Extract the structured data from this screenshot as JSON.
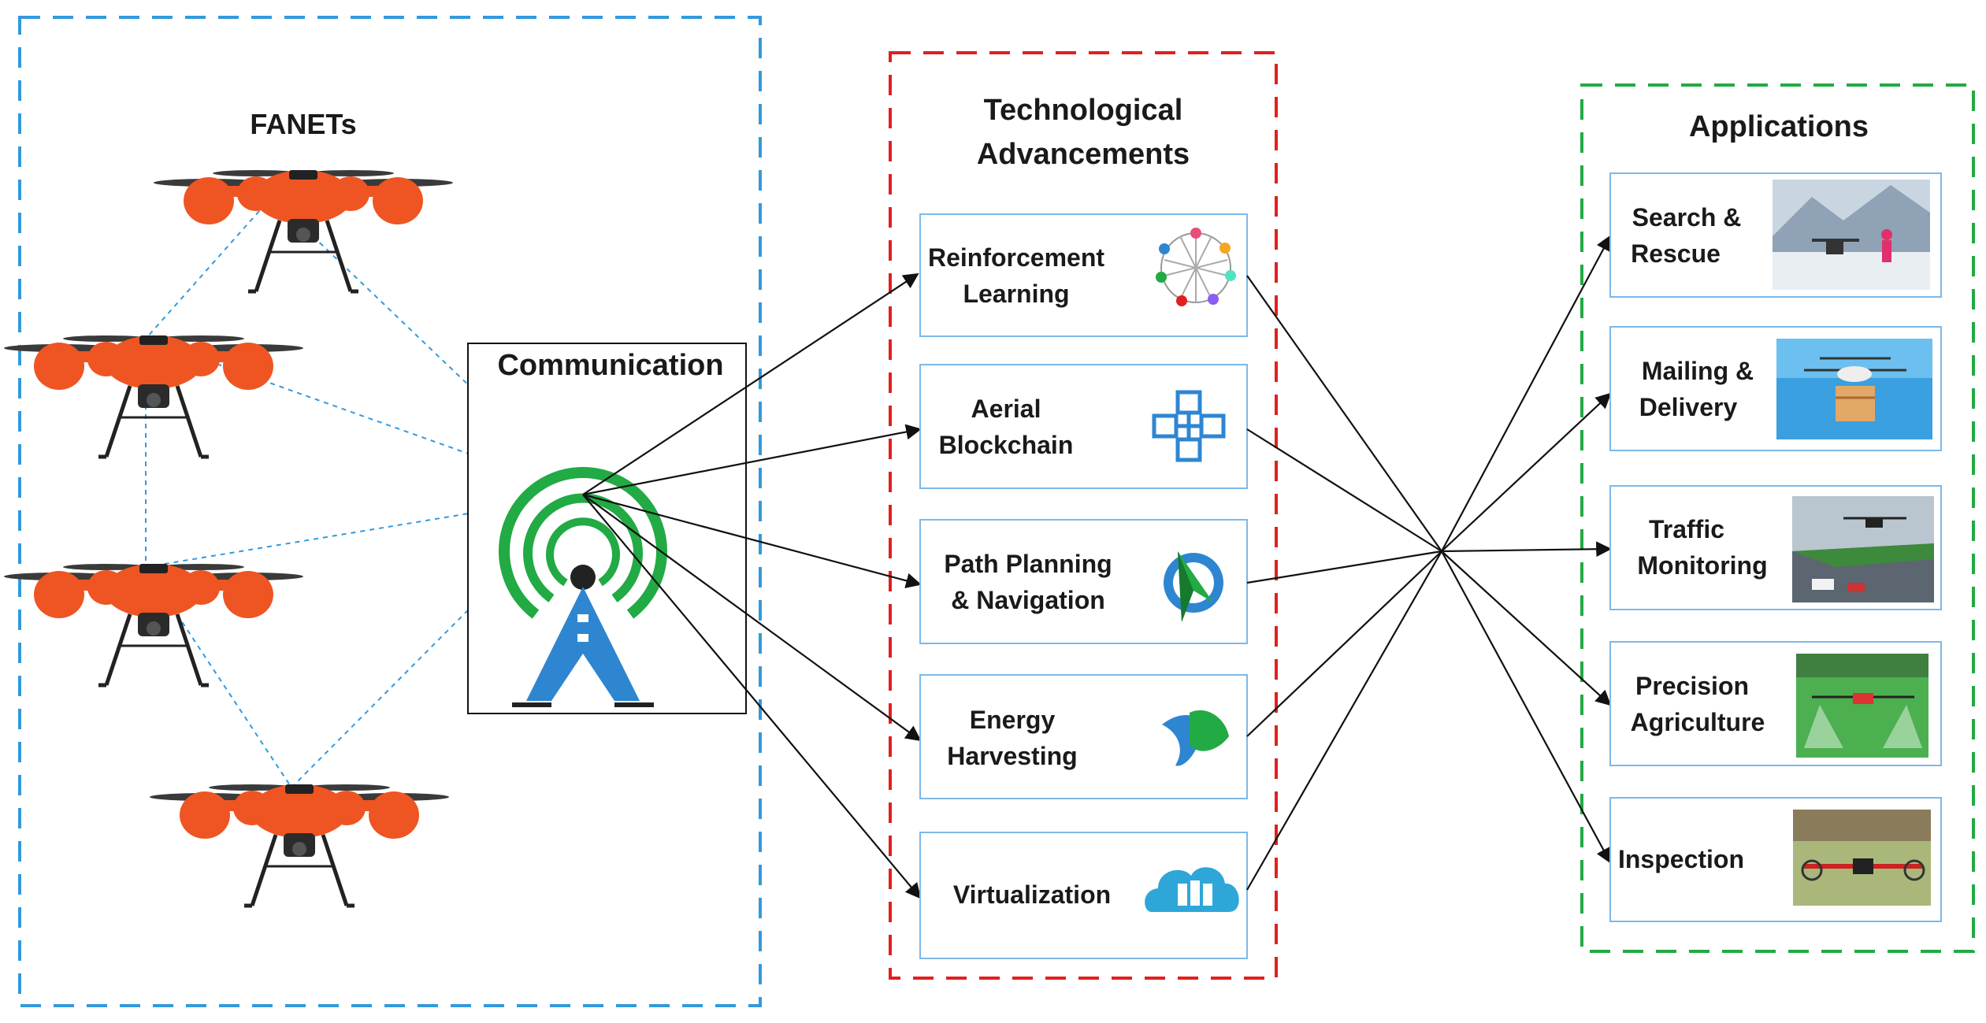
{
  "sections": {
    "fanets": {
      "title": "FANETs",
      "color": "#3399dd"
    },
    "communication": {
      "title": "Communication"
    },
    "tech": {
      "title_line1": "Technological",
      "title_line2": "Advancements",
      "color": "#e02020",
      "items": [
        {
          "line1": "Reinforcement",
          "line2": "Learning",
          "icon": "neural-network-icon"
        },
        {
          "line1": "Aerial",
          "line2": "Blockchain",
          "icon": "blockchain-cubes-icon"
        },
        {
          "line1": "Path Planning",
          "line2": "& Navigation",
          "icon": "navigation-arrow-icon"
        },
        {
          "line1": "Energy",
          "line2": "Harvesting",
          "icon": "energy-leaves-icon"
        },
        {
          "line1": "Virtualization",
          "line2": "",
          "icon": "cloud-server-icon"
        }
      ]
    },
    "applications": {
      "title": "Applications",
      "color": "#22aa44",
      "items": [
        {
          "line1": "Search &",
          "line2": "Rescue",
          "image": "search-rescue-photo"
        },
        {
          "line1": "Mailing &",
          "line2": "Delivery",
          "image": "delivery-drone-photo"
        },
        {
          "line1": "Traffic",
          "line2": "Monitoring",
          "image": "traffic-drone-photo"
        },
        {
          "line1": "Precision",
          "line2": "Agriculture",
          "image": "agriculture-drone-photo"
        },
        {
          "line1": "Inspection",
          "line2": "",
          "image": "inspection-drone-photo"
        }
      ]
    }
  },
  "colors": {
    "drone_body": "#ee5522",
    "tower": "#2e86d1",
    "signal": "#22aa44",
    "box_border": "#7db8e8",
    "arrow": "#111111"
  }
}
